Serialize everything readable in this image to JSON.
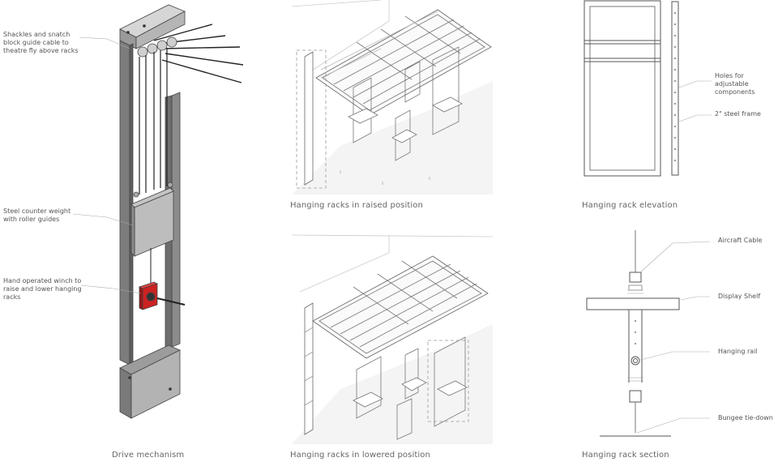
{
  "panels": {
    "drive_caption": "Drive mechanism",
    "raised_caption": "Hanging racks in raised position",
    "lowered_caption": "Hanging racks in lowered position",
    "elevation_caption": "Hanging rack elevation",
    "section_caption": "Hanging rack section"
  },
  "drive_notes": {
    "shackles": [
      "Shackles and snatch",
      "block guide cable to",
      "theatre fly above racks"
    ],
    "counterweight": [
      "Steel counter weight",
      "with roller guides"
    ],
    "winch": [
      "Hand operated winch to",
      "raise and lower hanging",
      "racks"
    ]
  },
  "elevation_notes": {
    "holes": [
      "Holes for adjustable",
      "components"
    ],
    "frame": "2\" steel frame"
  },
  "section_notes": {
    "aircraft_cable": "Aircraft Cable",
    "display_shelf": "Display Shelf",
    "hanging_rail": "Hanging rail",
    "bungee": "Bungee tie-down"
  },
  "colors": {
    "steel": "#8c8c8c",
    "steel_dark": "#5f5f5f",
    "winch_red": "#cc2222",
    "line": "#777777",
    "leader": "#aaaaaa"
  }
}
